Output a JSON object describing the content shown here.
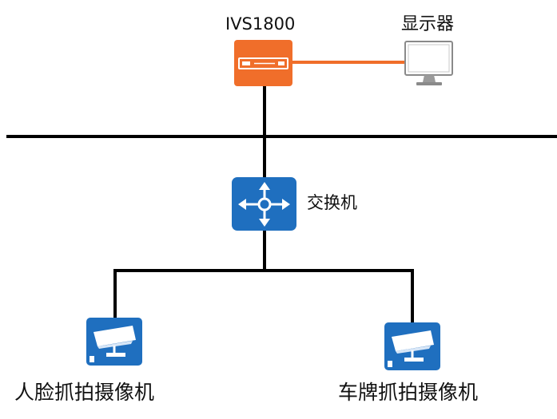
{
  "nodes": {
    "nvr": {
      "label": "IVS1800",
      "icon": "nvr-appliance-icon",
      "color": "#f06e2a"
    },
    "monitor": {
      "label": "显示器",
      "icon": "monitor-icon",
      "color": "#8a8a8a"
    },
    "switch": {
      "label": "交换机",
      "icon": "network-switch-icon",
      "color": "#1f6fbf"
    },
    "face_camera": {
      "label": "人脸抓拍摄像机",
      "icon": "camera-icon",
      "color": "#1f6fbf"
    },
    "plate_camera": {
      "label": "车牌抓拍摄像机",
      "icon": "camera-icon",
      "color": "#1f6fbf"
    }
  },
  "links": [
    {
      "from": "nvr",
      "to": "monitor",
      "kind": "display",
      "color": "#f06e2a"
    },
    {
      "from": "nvr",
      "to": "backbone",
      "kind": "network",
      "color": "#000000"
    },
    {
      "from": "backbone",
      "to": "switch",
      "kind": "network",
      "color": "#000000"
    },
    {
      "from": "switch",
      "to": "face_camera",
      "kind": "network",
      "color": "#000000"
    },
    {
      "from": "switch",
      "to": "plate_camera",
      "kind": "network",
      "color": "#000000"
    }
  ]
}
